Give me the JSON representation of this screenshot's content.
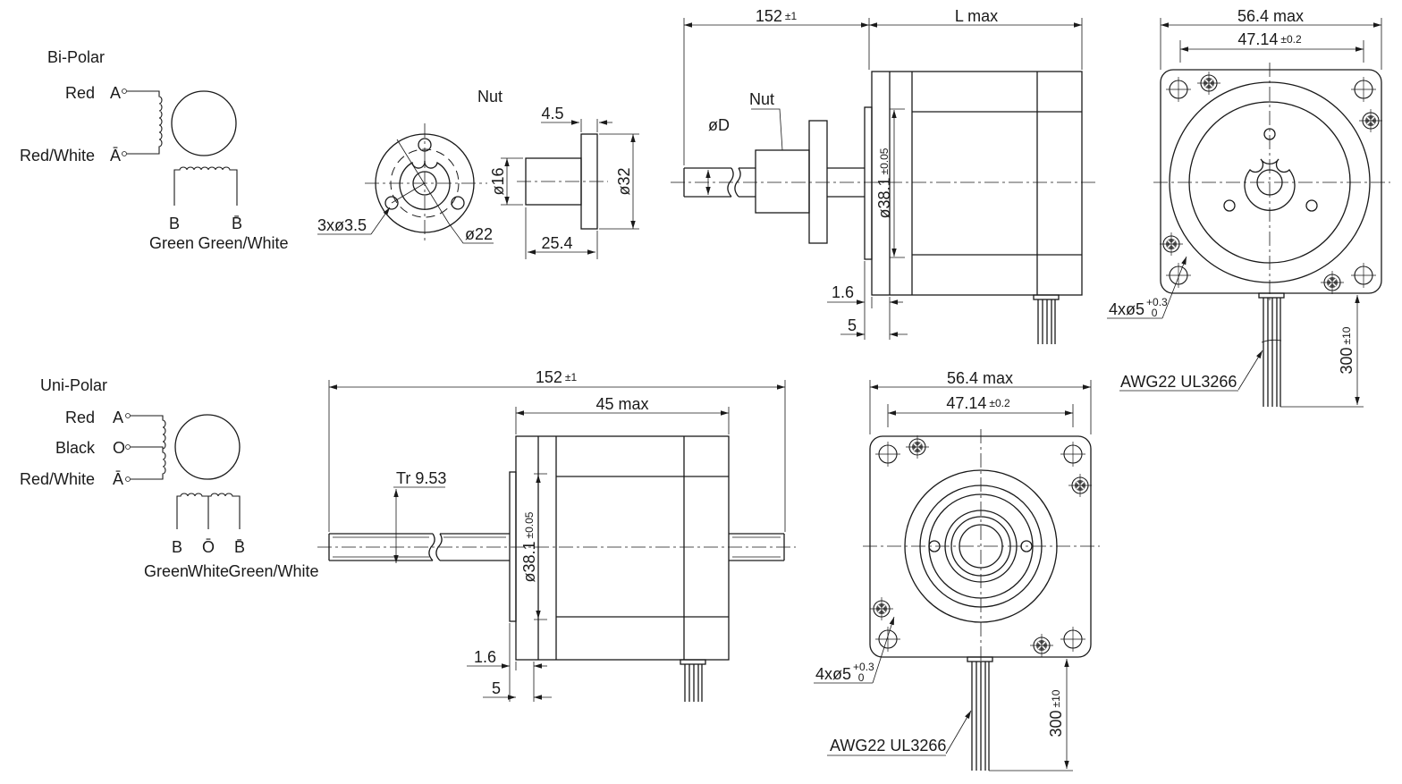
{
  "wiring": {
    "bipolar": {
      "title": "Bi-Polar",
      "left_labels": [
        {
          "color": "Red",
          "terminal": "A"
        },
        {
          "color": "Red/White",
          "terminal": "Ā"
        }
      ],
      "bottom_terminals": [
        "B",
        "B̄"
      ],
      "bottom_colors": [
        "Green",
        "Green/White"
      ]
    },
    "unipolar": {
      "title": "Uni-Polar",
      "left_labels": [
        {
          "color": "Red",
          "terminal": "A"
        },
        {
          "color": "Black",
          "terminal": "O"
        },
        {
          "color": "Red/White",
          "terminal": "Ā"
        }
      ],
      "bottom_terminals": [
        "B",
        "Ō",
        "B̄"
      ],
      "bottom_colors": [
        "Green",
        "White",
        "Green/White"
      ]
    }
  },
  "nut_detail": {
    "title": "Nut",
    "holes": "3xø3.5",
    "pcd": "ø22",
    "flange_thickness": "4.5",
    "body_dia": "ø16",
    "flange_dia": "ø32",
    "length": "25.4"
  },
  "external_motor": {
    "shaft_length": {
      "value": "152",
      "tol": "±1"
    },
    "body_length": "L max",
    "nut_label": "Nut",
    "screw_dia": "øD",
    "pilot_dia": {
      "value": "ø38.1",
      "tol": "±0.05"
    },
    "pilot_height": "1.6",
    "flange_thickness": "5"
  },
  "external_end_view": {
    "width": "56.4 max",
    "hole_pitch": {
      "value": "47.14",
      "tol": "±0.2"
    },
    "holes": {
      "value": "4xø5",
      "tol_upper": "+0.3",
      "tol_lower": "0"
    },
    "cable": "AWG22 UL3266",
    "lead_length": {
      "value": "300",
      "tol": "±10"
    }
  },
  "non_captive_motor": {
    "shaft_length": {
      "value": "152",
      "tol": "±1"
    },
    "body_length": "45 max",
    "thread": "Tr 9.53",
    "pilot_dia": {
      "value": "ø38.1",
      "tol": "±0.05"
    },
    "pilot_height": "1.6",
    "flange_thickness": "5"
  },
  "non_captive_end_view": {
    "width": "56.4 max",
    "hole_pitch": {
      "value": "47.14",
      "tol": "±0.2"
    },
    "holes": {
      "value": "4xø5",
      "tol_upper": "+0.3",
      "tol_lower": "0"
    },
    "cable": "AWG22 UL3266",
    "lead_length": {
      "value": "300",
      "tol": "±10"
    }
  }
}
